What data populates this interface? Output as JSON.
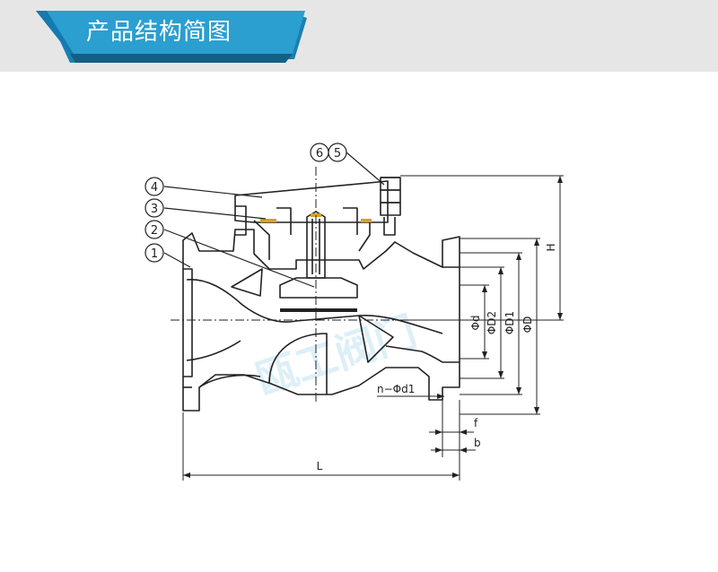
{
  "header": {
    "title": "产品结构简图"
  },
  "diagram": {
    "callouts": [
      "1",
      "2",
      "3",
      "4",
      "5",
      "6"
    ],
    "dimensions": {
      "d": "Φd",
      "D2": "ΦD2",
      "D1": "ΦD1",
      "D": "ΦD",
      "H": "H",
      "L": "L",
      "f": "f",
      "b": "b",
      "bolt": "n−Φd1"
    },
    "watermark": "瓯工阀门"
  },
  "colors": {
    "banner_dark": "#1878a8",
    "banner_light": "#2a9fd0",
    "line": "#222222",
    "band": "#e6e6e6"
  }
}
